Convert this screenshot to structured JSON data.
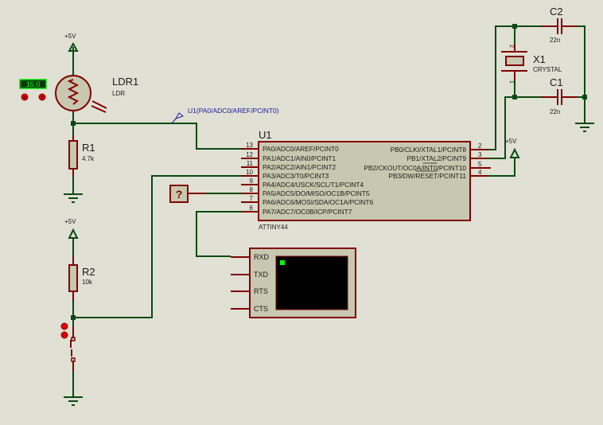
{
  "colors": {
    "background": "#e0e0d4",
    "wire": "#0a4a12",
    "component": "#800000",
    "body_fill": "#c8c8b0",
    "probe": "#1a1aa0",
    "display_green": "#00ff00",
    "screen": "#000000"
  },
  "power_labels": {
    "vcc_ldr": "+5V",
    "vcc_r2": "+5V",
    "vcc_reset": "+5V"
  },
  "ldr": {
    "ref": "LDR1",
    "value": "LDR",
    "display": "15.0",
    "buttons": [
      "decrease",
      "increase"
    ]
  },
  "r1": {
    "ref": "R1",
    "value": "4.7k"
  },
  "r2": {
    "ref": "R2",
    "value": "10k"
  },
  "probe": {
    "label": "U1(PA0/ADC0/AREF/PCINT0)"
  },
  "u1": {
    "ref": "U1",
    "part": "ATTINY44",
    "left_pins": [
      {
        "num": "13",
        "name": "PA0/ADC0/AREF/PCINT0"
      },
      {
        "num": "12",
        "name": "PA1/ADC1/AIN0/PCINT1"
      },
      {
        "num": "11",
        "name": "PA2/ADC2/AIN1/PCINT2"
      },
      {
        "num": "10",
        "name": "PA3/ADC3/T0/PCINT3"
      },
      {
        "num": "9",
        "name": "PA4/ADC4/USCK/SCL/T1/PCINT4"
      },
      {
        "num": "8",
        "name": "PA5/ADC5/DO/MISO/OC1B/PCINT5"
      },
      {
        "num": "7",
        "name": "PA6/ADC6/MOSI/SDA/OC1A/PCINT6"
      },
      {
        "num": "6",
        "name": "PA7/ADC7/OC0B/ICP/PCINT7"
      }
    ],
    "right_pins": [
      {
        "num": "2",
        "name": "PB0/CLKI/XTAL1/PCINT8"
      },
      {
        "num": "3",
        "name": "PB1/XTAL2/PCINT9"
      },
      {
        "num": "5",
        "name": "PB2/CKOUT/OC0A/INT0/PCINT10"
      },
      {
        "num": "4",
        "name": "PB3/DW/RESET/PCINT11"
      }
    ]
  },
  "x1": {
    "ref": "X1",
    "value": "CRYSTAL",
    "pin_top": "2",
    "pin_bottom": "1"
  },
  "c1": {
    "ref": "C1",
    "value": "22n"
  },
  "c2": {
    "ref": "C2",
    "value": "22n"
  },
  "logic_probe": {
    "symbol": "?"
  },
  "terminal": {
    "pins": [
      "RXD",
      "TXD",
      "RTS",
      "CTS"
    ]
  }
}
